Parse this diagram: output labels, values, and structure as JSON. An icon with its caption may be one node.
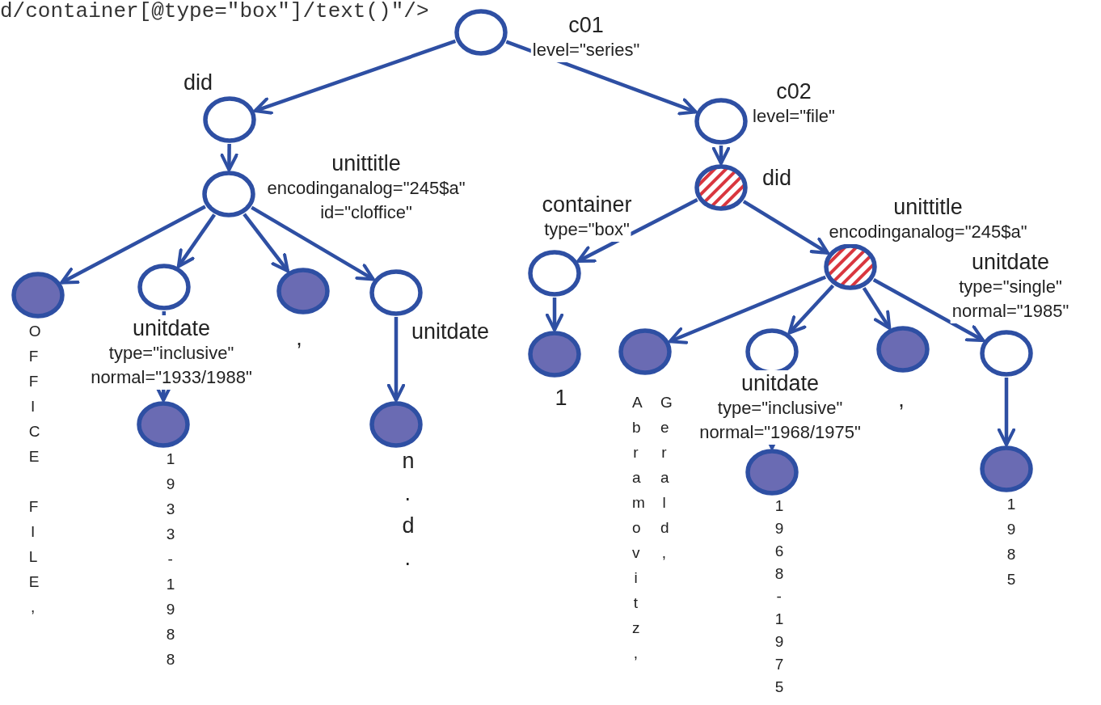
{
  "diagram": {
    "nodes": [
      {
        "text": [
          "c01",
          "level=\"series\""
        ]
      },
      {
        "text": [
          "did"
        ]
      },
      {
        "text": [
          "unittitle",
          "encodinganalog=\"245$a\"",
          "id=\"cloffice\""
        ]
      },
      {
        "text": [
          "OFFICE FILE,"
        ]
      },
      {
        "text": [
          "unitdate",
          "type=\"inclusive\"",
          "normal=\"1933/1988\""
        ]
      },
      {
        "text": [
          ","
        ]
      },
      {
        "text": [
          "unitdate"
        ]
      },
      {
        "text": [
          "1933-1988"
        ]
      },
      {
        "text": [
          "n.d."
        ]
      },
      {
        "text": [
          "c02",
          "level=\"file\""
        ]
      },
      {
        "text": [
          "did"
        ]
      },
      {
        "text": [
          "container",
          "type=\"box\""
        ]
      },
      {
        "text": [
          "1"
        ]
      },
      {
        "text": [
          "unittitle",
          "encodinganalog=\"245$a\""
        ]
      },
      {
        "text": [
          "Abramovitz, Gerald,"
        ]
      },
      {
        "text": [
          "unitdate",
          "type=\"inclusive\"",
          "normal=\"1968/1975\""
        ]
      },
      {
        "text": [
          ","
        ]
      },
      {
        "text": [
          "unitdate",
          "type=\"single\"",
          "normal=\"1985\""
        ]
      },
      {
        "text": [
          "1968-1975"
        ]
      },
      {
        "text": [
          "1985"
        ]
      }
    ],
    "edges": [
      {
        "from": 0,
        "to": 1,
        "arrow": "to"
      },
      {
        "from": 0,
        "to": 9,
        "arrow": "to"
      },
      {
        "from": 1,
        "to": 2,
        "arrow": "to"
      },
      {
        "from": 2,
        "to": 3,
        "arrow": "to"
      },
      {
        "from": 2,
        "to": 4,
        "arrow": "to"
      },
      {
        "from": 2,
        "to": 5,
        "arrow": "to"
      },
      {
        "from": 2,
        "to": 6,
        "arrow": "to"
      },
      {
        "from": 4,
        "to": 7,
        "arrow": "to"
      },
      {
        "from": 6,
        "to": 8,
        "arrow": "to"
      },
      {
        "from": 9,
        "to": 10,
        "arrow": "to"
      },
      {
        "from": 10,
        "to": 11,
        "arrow": "to"
      },
      {
        "from": 10,
        "to": 13,
        "arrow": "to"
      },
      {
        "from": 11,
        "to": 12,
        "arrow": "to"
      },
      {
        "from": 13,
        "to": 14,
        "arrow": "to"
      },
      {
        "from": 13,
        "to": 15,
        "arrow": "to"
      },
      {
        "from": 13,
        "to": 16,
        "arrow": "to"
      },
      {
        "from": 13,
        "to": 17,
        "arrow": "to"
      },
      {
        "from": 15,
        "to": 18,
        "arrow": "to"
      },
      {
        "from": 17,
        "to": 19,
        "arrow": "to"
      }
    ],
    "labels": [
      "d/container[@type=\"box\"]/text()\"/>"
    ]
  }
}
